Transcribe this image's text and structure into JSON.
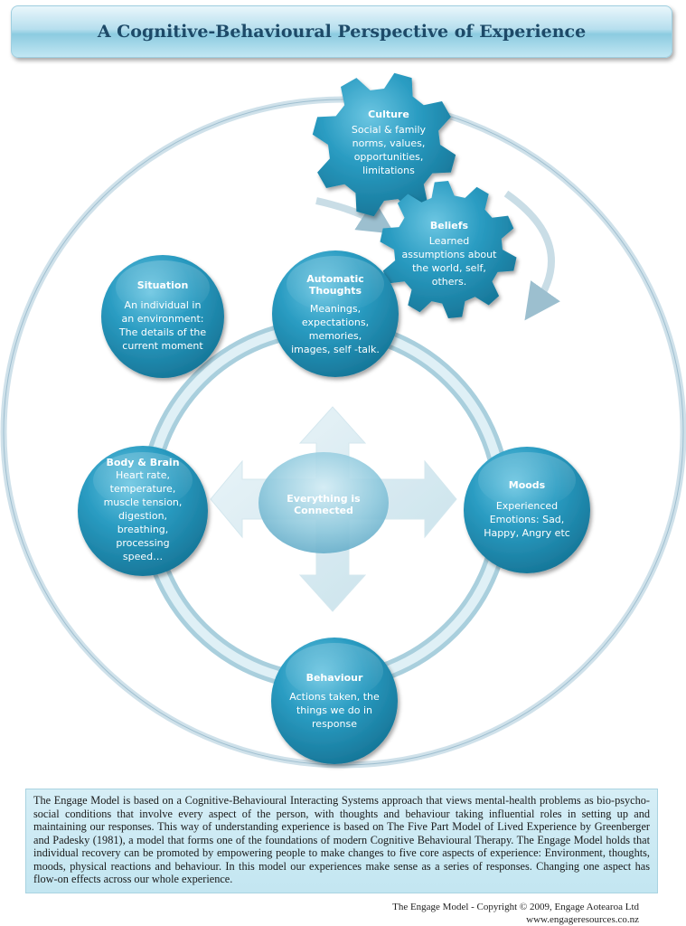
{
  "title": "A Cognitive-Behavioural Perspective of Experience",
  "nodes": {
    "culture": {
      "title": "Culture",
      "lines": [
        "Social & family",
        "norms, values,",
        "opportunities,",
        "limitations"
      ]
    },
    "beliefs": {
      "title": "Beliefs",
      "lines": [
        "Learned",
        "assumptions about",
        "the world, self,",
        "others."
      ]
    },
    "situation": {
      "title": "Situation",
      "lines": [
        "An individual in",
        "an environment:",
        "The details of the",
        "current moment"
      ]
    },
    "thoughts": {
      "title_lines": [
        "Automatic",
        "Thoughts"
      ],
      "lines": [
        "Meanings,",
        "expectations,",
        "memories,",
        "images, self -talk."
      ]
    },
    "body": {
      "title": "Body & Brain",
      "lines": [
        "Heart rate,",
        "temperature,",
        "muscle tension,",
        "digestion,",
        "breathing,",
        "processing",
        "speed…"
      ]
    },
    "moods": {
      "title": "Moods",
      "lines": [
        "Experienced",
        "Emotions: Sad,",
        "Happy, Angry etc"
      ]
    },
    "behaviour": {
      "title": "Behaviour",
      "lines": [
        "Actions taken, the",
        "things we do in",
        "response"
      ]
    },
    "center": {
      "lines": [
        "Everything is",
        "Connected"
      ]
    }
  },
  "description": "The Engage Model is based on a Cognitive-Behavioural Interacting Systems approach that views mental-health problems as bio-psycho-social conditions that involve every aspect of the person, with thoughts and behaviour taking influential roles in setting up and maintaining our responses. This way of understanding experience is based on The Five Part Model of Lived Experience by Greenberger and Padesky (1981), a model that forms one of the foundations of modern Cognitive Behavioural Therapy. The Engage Model holds that individual recovery can be promoted by empowering people to make changes to five core aspects of experience: Environment, thoughts, moods, physical reactions and behaviour. In this model our experiences make sense as a series of responses. Changing one aspect has flow-on effects across our whole experience.",
  "footer": {
    "copyright": "The Engage Model - Copyright © 2009, Engage Aotearoa Ltd",
    "website": "www.engageresources.co.nz"
  },
  "colors": {
    "node": "#2a9cc2",
    "node_dark": "#1a7ea3",
    "ring": "#bcdbe8",
    "outer_ring": "#cfe1ea",
    "title_text": "#1d4a68"
  }
}
